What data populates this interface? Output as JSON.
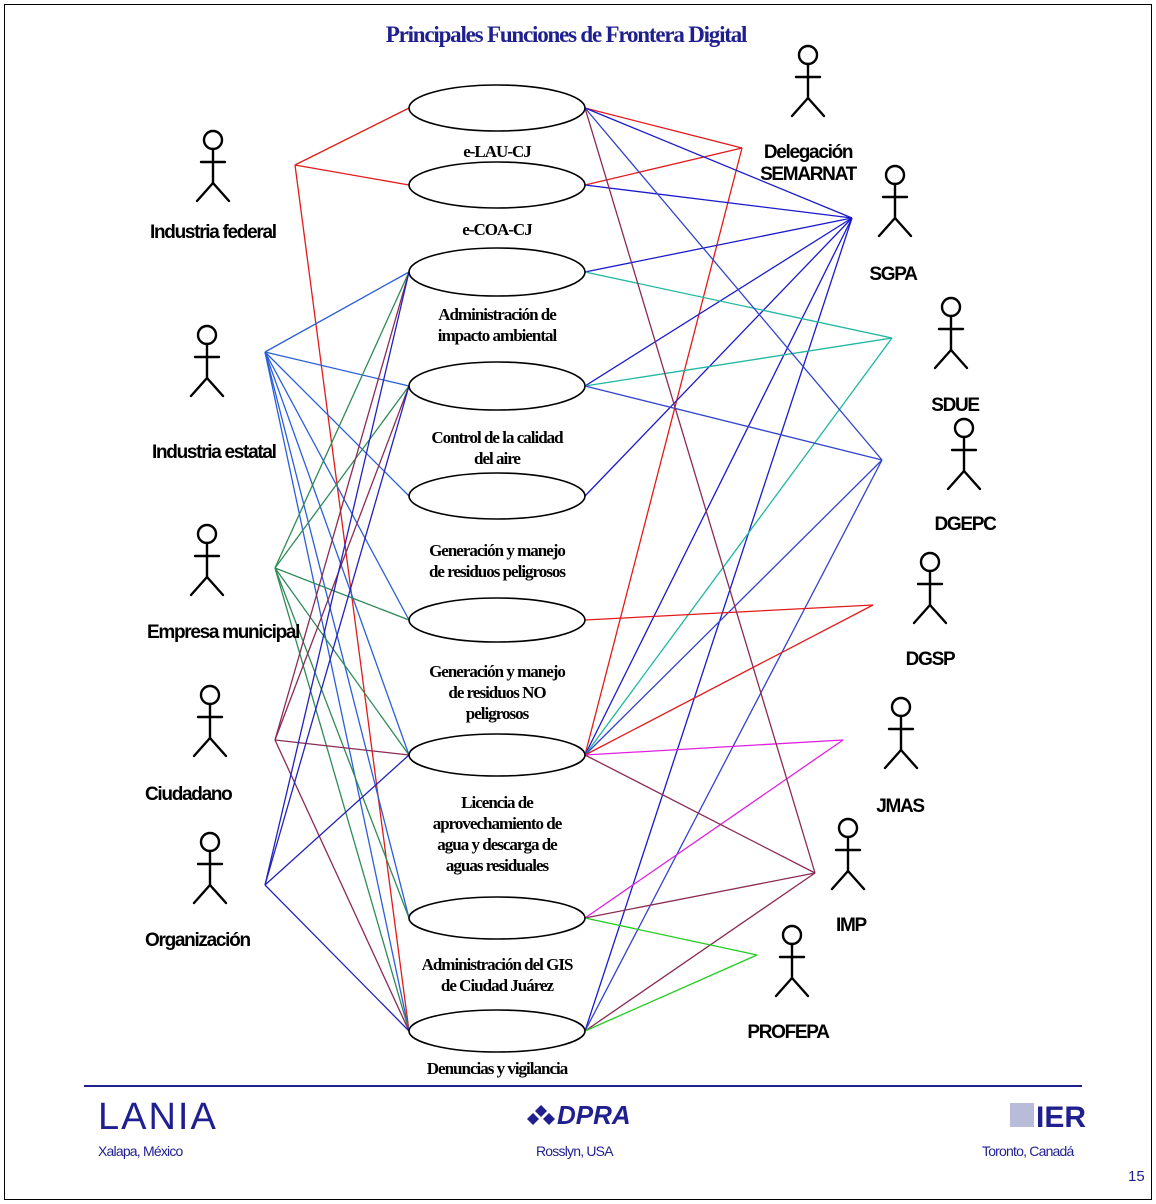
{
  "title": "Principales Funciones de Frontera Digital",
  "use_cases": [
    {
      "id": "elau",
      "label_lines": [
        "e-LAU-CJ"
      ]
    },
    {
      "id": "ecoa",
      "label_lines": [
        "e-COA-CJ"
      ]
    },
    {
      "id": "aia",
      "label_lines": [
        "Administración de",
        "impacto ambiental"
      ]
    },
    {
      "id": "cca",
      "label_lines": [
        "Control de la calidad",
        "del aire"
      ]
    },
    {
      "id": "grp",
      "label_lines": [
        "Generación y manejo",
        "de residuos peligrosos"
      ]
    },
    {
      "id": "grnp",
      "label_lines": [
        "Generación y manejo",
        "de residuos NO",
        "peligrosos"
      ]
    },
    {
      "id": "lad",
      "label_lines": [
        "Licencia de",
        "aprovechamiento de",
        "agua y descarga de",
        "aguas residuales"
      ]
    },
    {
      "id": "gis",
      "label_lines": [
        "Administración del GIS",
        "de Ciudad Juárez"
      ]
    },
    {
      "id": "dv",
      "label_lines": [
        "Denuncias y vigilancia"
      ]
    }
  ],
  "actors_left": [
    {
      "id": "ifed",
      "label_lines": [
        "Industria federal"
      ]
    },
    {
      "id": "iest",
      "label_lines": [
        "Industria estatal"
      ]
    },
    {
      "id": "emun",
      "label_lines": [
        "Empresa municipal"
      ]
    },
    {
      "id": "ciud",
      "label_lines": [
        "Ciudadano"
      ]
    },
    {
      "id": "org",
      "label_lines": [
        "Organización"
      ]
    }
  ],
  "actors_right": [
    {
      "id": "sem",
      "label_lines": [
        "Delegación",
        "SEMARNAT"
      ]
    },
    {
      "id": "sgpa",
      "label_lines": [
        "SGPA"
      ]
    },
    {
      "id": "sdue",
      "label_lines": [
        "SDUE"
      ]
    },
    {
      "id": "dgepc",
      "label_lines": [
        "DGEPC"
      ]
    },
    {
      "id": "dgsp",
      "label_lines": [
        "DGSP"
      ]
    },
    {
      "id": "jmas",
      "label_lines": [
        "JMAS"
      ]
    },
    {
      "id": "imp",
      "label_lines": [
        "IMP"
      ]
    },
    {
      "id": "profepa",
      "label_lines": [
        "PROFEPA"
      ]
    }
  ],
  "connections": [
    {
      "actor": "ifed",
      "use_case": "elau",
      "color": "#e41a1a"
    },
    {
      "actor": "ifed",
      "use_case": "ecoa",
      "color": "#e41a1a"
    },
    {
      "actor": "ifed",
      "use_case": "dv",
      "color": "#e41a1a"
    },
    {
      "actor": "iest",
      "use_case": "aia",
      "color": "#2b5fd9"
    },
    {
      "actor": "iest",
      "use_case": "cca",
      "color": "#2b5fd9"
    },
    {
      "actor": "iest",
      "use_case": "grp",
      "color": "#2b5fd9"
    },
    {
      "actor": "iest",
      "use_case": "grnp",
      "color": "#2b5fd9"
    },
    {
      "actor": "iest",
      "use_case": "lad",
      "color": "#2b5fd9"
    },
    {
      "actor": "iest",
      "use_case": "gis",
      "color": "#2b5fd9"
    },
    {
      "actor": "iest",
      "use_case": "dv",
      "color": "#2b5fd9"
    },
    {
      "actor": "emun",
      "use_case": "aia",
      "color": "#2e8b57"
    },
    {
      "actor": "emun",
      "use_case": "cca",
      "color": "#2e8b57"
    },
    {
      "actor": "emun",
      "use_case": "grnp",
      "color": "#2e8b57"
    },
    {
      "actor": "emun",
      "use_case": "lad",
      "color": "#2e8b57"
    },
    {
      "actor": "emun",
      "use_case": "gis",
      "color": "#2e8b57"
    },
    {
      "actor": "emun",
      "use_case": "dv",
      "color": "#2e8b57"
    },
    {
      "actor": "ciud",
      "use_case": "aia",
      "color": "#8b2a55"
    },
    {
      "actor": "ciud",
      "use_case": "cca",
      "color": "#8b2a55"
    },
    {
      "actor": "ciud",
      "use_case": "lad",
      "color": "#8b2a55"
    },
    {
      "actor": "ciud",
      "use_case": "dv",
      "color": "#8b2a55"
    },
    {
      "actor": "org",
      "use_case": "aia",
      "color": "#2222bb"
    },
    {
      "actor": "org",
      "use_case": "cca",
      "color": "#2222bb"
    },
    {
      "actor": "org",
      "use_case": "lad",
      "color": "#2222bb"
    },
    {
      "actor": "org",
      "use_case": "dv",
      "color": "#2222bb"
    },
    {
      "actor": "sem",
      "use_case": "elau",
      "color": "#e41a1a"
    },
    {
      "actor": "sem",
      "use_case": "ecoa",
      "color": "#e41a1a"
    },
    {
      "actor": "sem",
      "use_case": "lad",
      "color": "#e41a1a"
    },
    {
      "actor": "sgpa",
      "use_case": "elau",
      "color": "#1a1acc"
    },
    {
      "actor": "sgpa",
      "use_case": "ecoa",
      "color": "#1a1acc"
    },
    {
      "actor": "sgpa",
      "use_case": "aia",
      "color": "#1a1acc"
    },
    {
      "actor": "sgpa",
      "use_case": "cca",
      "color": "#1a1acc"
    },
    {
      "actor": "sgpa",
      "use_case": "grp",
      "color": "#1a1acc"
    },
    {
      "actor": "sgpa",
      "use_case": "lad",
      "color": "#1a1acc"
    },
    {
      "actor": "sgpa",
      "use_case": "dv",
      "color": "#1a1acc"
    },
    {
      "actor": "sdue",
      "use_case": "aia",
      "color": "#20b8a0"
    },
    {
      "actor": "sdue",
      "use_case": "cca",
      "color": "#20b8a0"
    },
    {
      "actor": "sdue",
      "use_case": "lad",
      "color": "#20b8a0"
    },
    {
      "actor": "dgepc",
      "use_case": "elau",
      "color": "#3344cc"
    },
    {
      "actor": "dgepc",
      "use_case": "cca",
      "color": "#3344cc"
    },
    {
      "actor": "dgepc",
      "use_case": "lad",
      "color": "#3344cc"
    },
    {
      "actor": "dgepc",
      "use_case": "dv",
      "color": "#3344cc"
    },
    {
      "actor": "dgsp",
      "use_case": "grnp",
      "color": "#e41a1a"
    },
    {
      "actor": "dgsp",
      "use_case": "lad",
      "color": "#e41a1a"
    },
    {
      "actor": "jmas",
      "use_case": "lad",
      "color": "#e020e0"
    },
    {
      "actor": "jmas",
      "use_case": "gis",
      "color": "#e020e0"
    },
    {
      "actor": "imp",
      "use_case": "elau",
      "color": "#8b2a55"
    },
    {
      "actor": "imp",
      "use_case": "lad",
      "color": "#8b2a55"
    },
    {
      "actor": "imp",
      "use_case": "gis",
      "color": "#8b2a55"
    },
    {
      "actor": "imp",
      "use_case": "dv",
      "color": "#8b2a55"
    },
    {
      "actor": "profepa",
      "use_case": "gis",
      "color": "#22cc22"
    },
    {
      "actor": "profepa",
      "use_case": "dv",
      "color": "#22cc22"
    }
  ],
  "footer": {
    "lania": {
      "logo": "LANIA",
      "city": "Xalapa, México"
    },
    "dpra": {
      "logo": "DPRA",
      "city": "Rosslyn, USA"
    },
    "ier": {
      "logo": "IER",
      "city": "Toronto, Canadá"
    },
    "rule_color": "#1f1f8f"
  },
  "page_number": "15",
  "colors": {
    "title": "#1f1f8f",
    "footer": "#1f1f8f"
  }
}
